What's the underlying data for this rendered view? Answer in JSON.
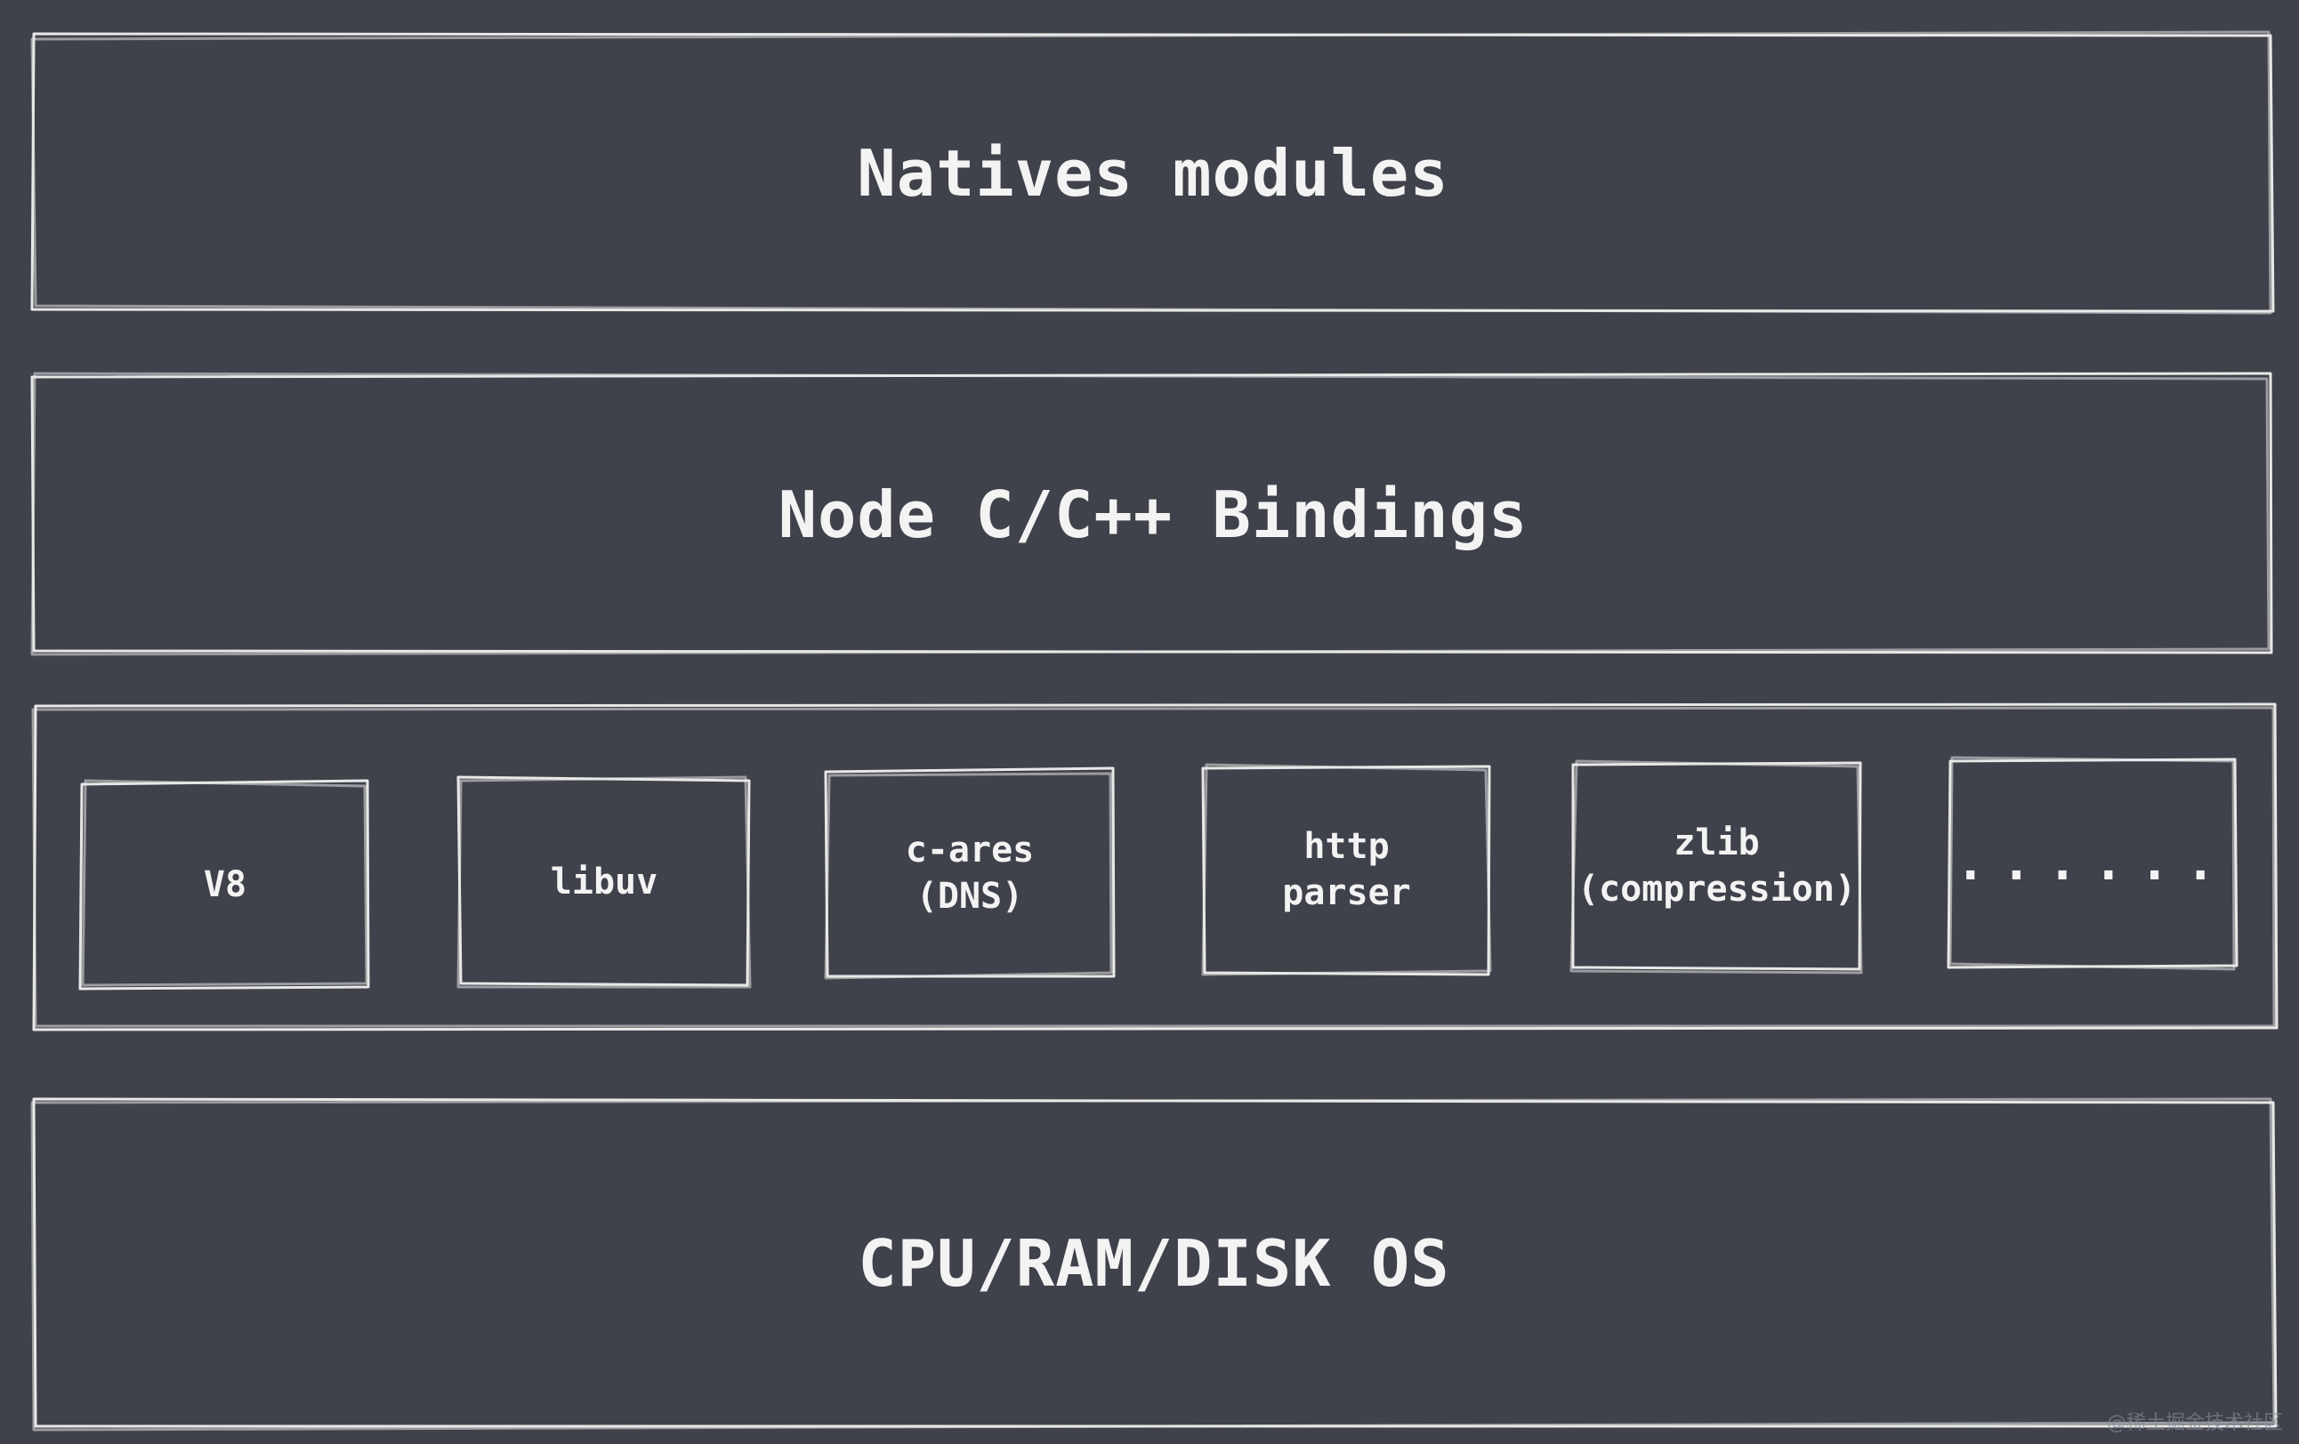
{
  "diagram": {
    "layers": [
      {
        "title": "Natives modules"
      },
      {
        "title": "Node C/C++ Bindings"
      },
      {
        "components": [
          "V8",
          "libuv",
          "c-ares\n(DNS)",
          "http\nparser",
          "zlib\n(compression)",
          "......"
        ]
      },
      {
        "title": "CPU/RAM/DISK OS"
      }
    ]
  },
  "watermark": "@稀土掘金技术社区",
  "colors": {
    "background": "#3f414b",
    "stroke": "#e8e8e8",
    "text": "#f3f3f3"
  }
}
